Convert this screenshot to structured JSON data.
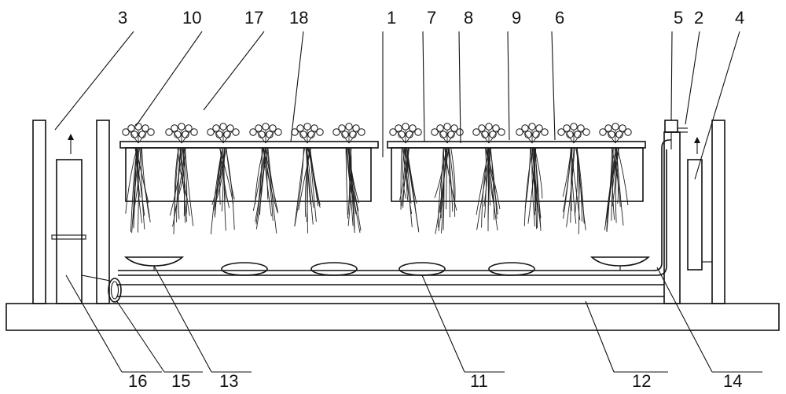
{
  "labels_top": [
    "3",
    "10",
    "17",
    "18",
    "1",
    "7",
    "8",
    "9",
    "6",
    "5",
    "2",
    "4"
  ],
  "labels_bottom": [
    "16",
    "15",
    "13",
    "11",
    "12",
    "14"
  ],
  "colors": {
    "line": "#111111",
    "background": "#ffffff"
  }
}
